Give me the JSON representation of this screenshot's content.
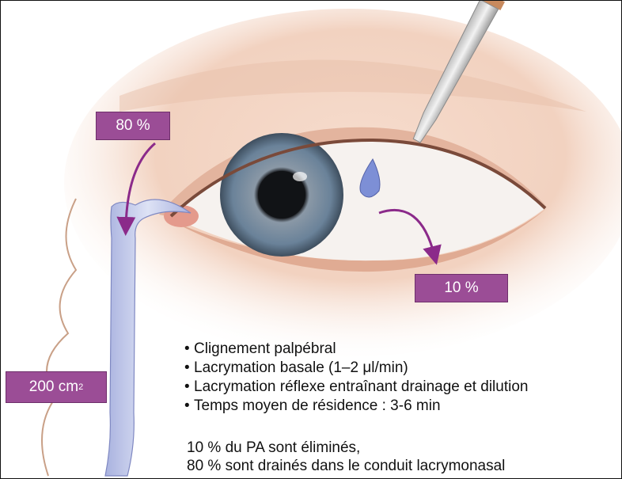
{
  "labels": {
    "blink_drain_pct": "80 %",
    "spill_pct": "10 %",
    "area": "200 cm",
    "area_exp": "2"
  },
  "bullets": [
    "Clignement palpébral",
    "Lacrymation basale (1–2 μl/min)",
    "Lacrymation réflexe entraînant drainage et dilution",
    "Temps moyen de résidence : 3-6 min"
  ],
  "summary": {
    "line1": "10 % du PA sont éliminés,",
    "line2": "80 % sont drainés dans le conduit lacrymonasal"
  },
  "colors": {
    "label_fill": "#9b4d96",
    "arrow": "#8b2a8a",
    "duct": "#c7cdea",
    "skin": "#f2d6c5",
    "iris": "#6e8aa3"
  }
}
